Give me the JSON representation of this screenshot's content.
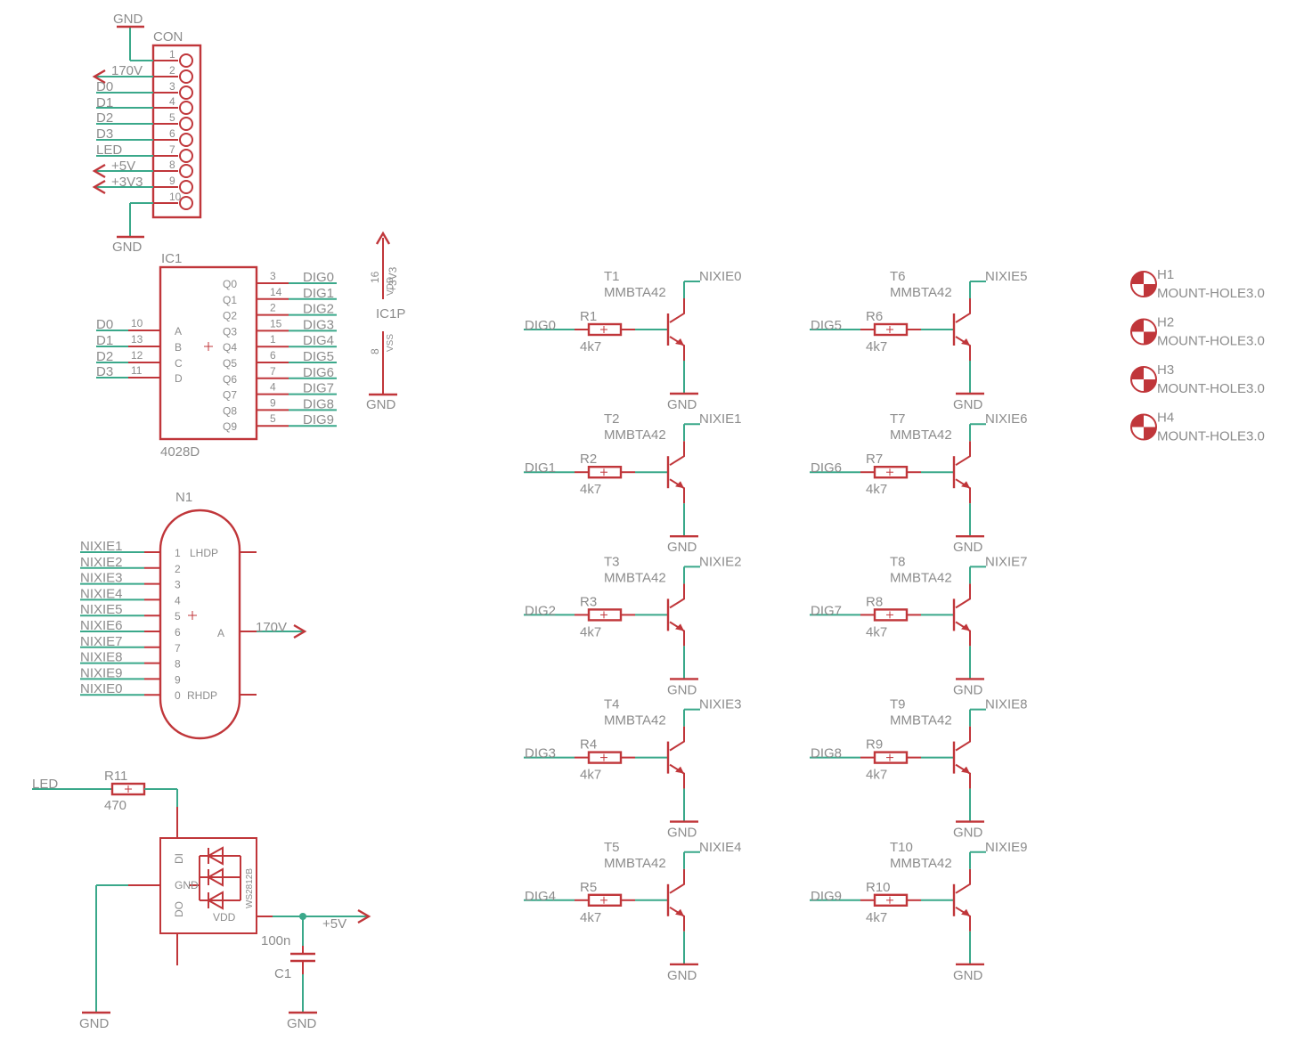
{
  "connector": {
    "name": "CON",
    "pins": [
      "1",
      "2",
      "3",
      "4",
      "5",
      "6",
      "7",
      "8",
      "9",
      "10"
    ],
    "nets": [
      "170V",
      "D0",
      "D1",
      "D2",
      "D3",
      "LED",
      "+5V",
      "+3V3"
    ],
    "gnd_top": "GND",
    "gnd_bottom": "GND"
  },
  "ic1": {
    "name": "IC1",
    "value": "4028D",
    "inputs": [
      {
        "net": "D0",
        "pin": "10",
        "label": "A"
      },
      {
        "net": "D1",
        "pin": "13",
        "label": "B"
      },
      {
        "net": "D2",
        "pin": "12",
        "label": "C"
      },
      {
        "net": "D3",
        "pin": "11",
        "label": "D"
      }
    ],
    "outputs": [
      {
        "label": "Q0",
        "pin": "3",
        "net": "DIG0"
      },
      {
        "label": "Q1",
        "pin": "14",
        "net": "DIG1"
      },
      {
        "label": "Q2",
        "pin": "2",
        "net": "DIG2"
      },
      {
        "label": "Q3",
        "pin": "15",
        "net": "DIG3"
      },
      {
        "label": "Q4",
        "pin": "1",
        "net": "DIG4"
      },
      {
        "label": "Q5",
        "pin": "6",
        "net": "DIG5"
      },
      {
        "label": "Q6",
        "pin": "7",
        "net": "DIG6"
      },
      {
        "label": "Q7",
        "pin": "4",
        "net": "DIG7"
      },
      {
        "label": "Q8",
        "pin": "9",
        "net": "DIG8"
      },
      {
        "label": "Q9",
        "pin": "5",
        "net": "DIG9"
      }
    ]
  },
  "ic1p": {
    "name": "IC1P",
    "supply_net": "+3V3",
    "vdd_pin": "16",
    "vdd_label": "VDD",
    "vss_pin": "8",
    "vss_label": "VSS",
    "gnd": "GND"
  },
  "n1": {
    "name": "N1",
    "inputs": [
      {
        "net": "NIXIE1",
        "pin": "1"
      },
      {
        "net": "NIXIE2",
        "pin": "2"
      },
      {
        "net": "NIXIE3",
        "pin": "3"
      },
      {
        "net": "NIXIE4",
        "pin": "4"
      },
      {
        "net": "NIXIE5",
        "pin": "5"
      },
      {
        "net": "NIXIE6",
        "pin": "6"
      },
      {
        "net": "NIXIE7",
        "pin": "7"
      },
      {
        "net": "NIXIE8",
        "pin": "8"
      },
      {
        "net": "NIXIE9",
        "pin": "9"
      },
      {
        "net": "NIXIE0",
        "pin": "0"
      }
    ],
    "lhdp": "LHDP",
    "rhdp": "RHDP",
    "anode": "A",
    "anode_net": "170V"
  },
  "led": {
    "net": "LED",
    "r_name": "R11",
    "r_value": "470",
    "chip": "WS2812B",
    "di": "DI",
    "do": "DO",
    "gnd_pin": "GND",
    "vdd_pin": "VDD",
    "supply": "+5V",
    "c_name": "C1",
    "c_value": "100n",
    "gnd_left": "GND",
    "gnd_cap": "GND"
  },
  "drivers": [
    {
      "t": "T1",
      "t_value": "MMBTA42",
      "r": "R1",
      "r_value": "4k7",
      "input": "DIG0",
      "output": "NIXIE0",
      "gnd": "GND"
    },
    {
      "t": "T2",
      "t_value": "MMBTA42",
      "r": "R2",
      "r_value": "4k7",
      "input": "DIG1",
      "output": "NIXIE1",
      "gnd": "GND"
    },
    {
      "t": "T3",
      "t_value": "MMBTA42",
      "r": "R3",
      "r_value": "4k7",
      "input": "DIG2",
      "output": "NIXIE2",
      "gnd": "GND"
    },
    {
      "t": "T4",
      "t_value": "MMBTA42",
      "r": "R4",
      "r_value": "4k7",
      "input": "DIG3",
      "output": "NIXIE3",
      "gnd": "GND"
    },
    {
      "t": "T5",
      "t_value": "MMBTA42",
      "r": "R5",
      "r_value": "4k7",
      "input": "DIG4",
      "output": "NIXIE4",
      "gnd": "GND"
    },
    {
      "t": "T6",
      "t_value": "MMBTA42",
      "r": "R6",
      "r_value": "4k7",
      "input": "DIG5",
      "output": "NIXIE5",
      "gnd": "GND"
    },
    {
      "t": "T7",
      "t_value": "MMBTA42",
      "r": "R7",
      "r_value": "4k7",
      "input": "DIG6",
      "output": "NIXIE6",
      "gnd": "GND"
    },
    {
      "t": "T8",
      "t_value": "MMBTA42",
      "r": "R8",
      "r_value": "4k7",
      "input": "DIG7",
      "output": "NIXIE7",
      "gnd": "GND"
    },
    {
      "t": "T9",
      "t_value": "MMBTA42",
      "r": "R9",
      "r_value": "4k7",
      "input": "DIG8",
      "output": "NIXIE8",
      "gnd": "GND"
    },
    {
      "t": "T10",
      "t_value": "MMBTA42",
      "r": "R10",
      "r_value": "4k7",
      "input": "DIG9",
      "output": "NIXIE9",
      "gnd": "GND"
    }
  ],
  "holes": [
    {
      "name": "H1",
      "value": "MOUNT-HOLE3.0"
    },
    {
      "name": "H2",
      "value": "MOUNT-HOLE3.0"
    },
    {
      "name": "H3",
      "value": "MOUNT-HOLE3.0"
    },
    {
      "name": "H4",
      "value": "MOUNT-HOLE3.0"
    }
  ],
  "colors": {
    "symbol": "#c0363a",
    "wire": "#3aa88a",
    "text": "#8c8c8c",
    "background": "#ffffff"
  }
}
